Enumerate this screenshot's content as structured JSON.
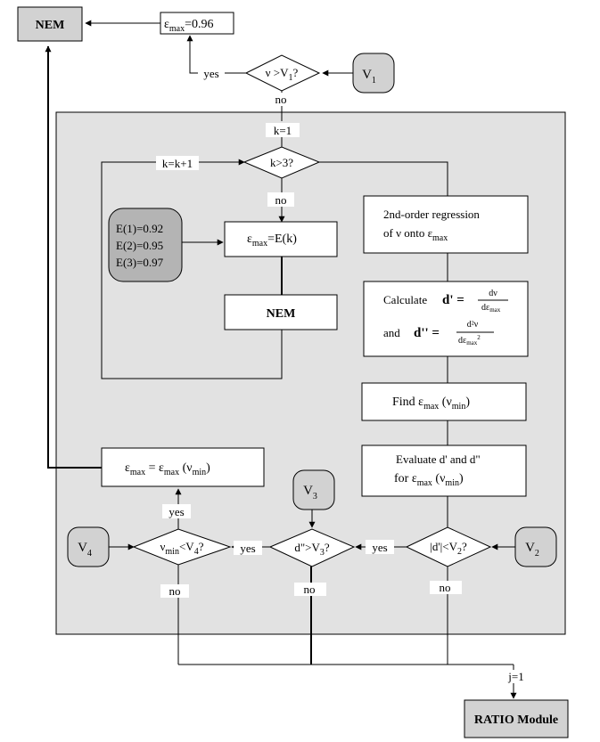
{
  "nodes": {
    "nem_top": "NEM",
    "smax_096": {
      "sym": "ε",
      "sub": "max",
      "rest": "=0.96"
    },
    "dec_v_v1": {
      "pre": "ν >V",
      "sub": "1",
      "post": "?"
    },
    "v1": {
      "main": "V",
      "sub": "1"
    },
    "k1": "k=1",
    "dec_k3": "k>3?",
    "kinc": "k=k+1",
    "e_values": [
      "E(1)=0.92",
      "E(2)=0.95",
      "E(3)=0.97"
    ],
    "smax_ek": {
      "sym": "ε",
      "sub": "max",
      "rest": "=E(k)"
    },
    "nem_inner": "NEM",
    "regression": {
      "line1": "2nd-order regression",
      "line2_pre": "of ν onto ε",
      "line2_sub": "max"
    },
    "calculate": {
      "calc": "Calculate",
      "and": "and",
      "d1": "d' =",
      "d2": "d'' =",
      "num1": "dν",
      "den1": "dε",
      "num2": "d²ν",
      "den2": "dε",
      "den_sub": "max",
      "den_pow": "2"
    },
    "find": {
      "pre": "Find ε",
      "sub": "max",
      "mid": " (ν",
      "sub2": "min",
      "post": ")"
    },
    "evaluate": {
      "line1": "Evaluate d' and d\"",
      "line2_pre": "for ε",
      "sub": "max",
      "mid": " (ν",
      "sub2": "min",
      "post": ")"
    },
    "smax_eq": {
      "a": "ε",
      "a_sub": "max",
      "mid": " = ε",
      "b_sub": "max",
      "rest": " (ν",
      "c_sub": "min",
      "end": ")"
    },
    "dec_vmin_v4": {
      "pre": "ν",
      "sub": "min",
      "mid": "<V",
      "sub2": "4",
      "post": "?"
    },
    "dec_d2_v3": {
      "pre": "d\">V",
      "sub": "3",
      "post": "?"
    },
    "dec_d1_v2": {
      "pre": "|d'|<V",
      "sub": "2",
      "post": "?"
    },
    "v2": {
      "main": "V",
      "sub": "2"
    },
    "v3": {
      "main": "V",
      "sub": "3"
    },
    "v4": {
      "main": "V",
      "sub": "4"
    },
    "j1": "j=1",
    "ratio": "RATIO Module"
  },
  "edge_labels": {
    "yes_v1": "yes",
    "no_v1": "no",
    "no_k3": "no",
    "yes_v4": "yes",
    "yes_v4_to_v3": "yes",
    "yes_v3_to_v2": "yes",
    "no_v4": "no",
    "no_v3": "no",
    "no_v2": "no"
  },
  "colors": {
    "panel": "#e2e2e2",
    "node_shaded": "#d2d2d2",
    "evalues_fill": "#b4b4b4",
    "line": "#000000"
  }
}
